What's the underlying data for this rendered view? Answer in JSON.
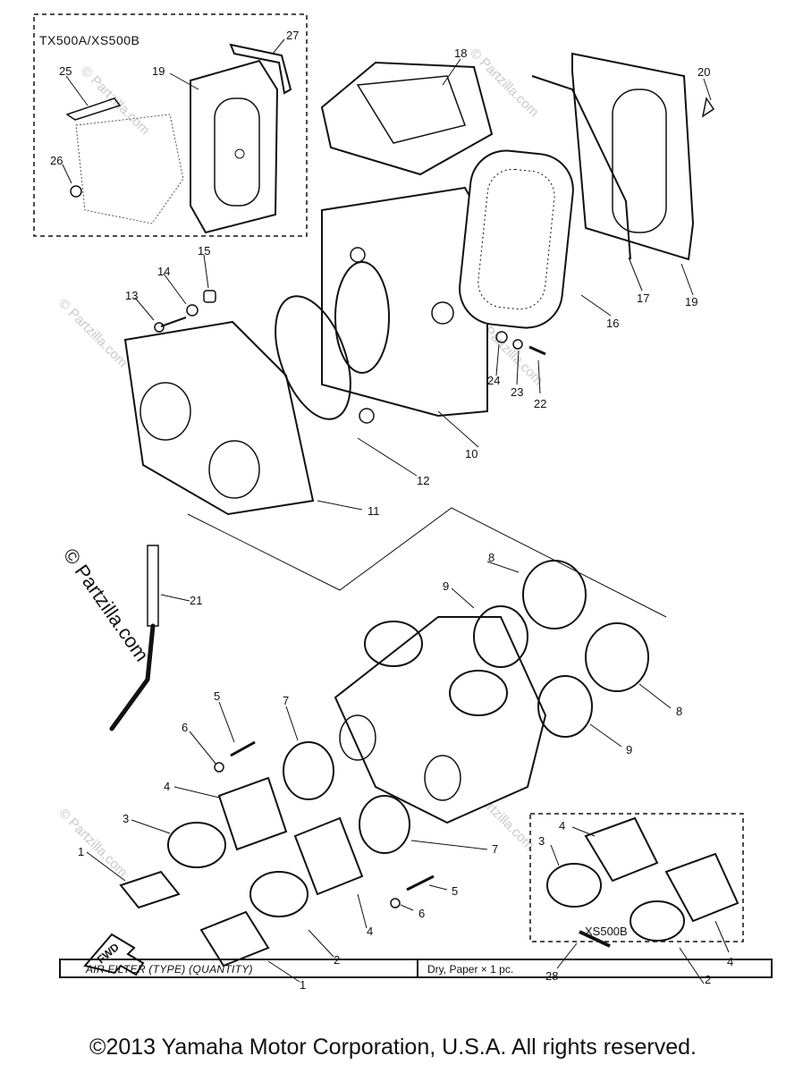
{
  "variant_box_top": "TX500A/XS500B",
  "variant_box_bottom": "XS500B",
  "fwd_label": "FWD",
  "watermark": "© Partzilla.com",
  "part_labels": {
    "p1a": "1",
    "p1b": "1",
    "p2a": "2",
    "p2b": "2",
    "p3a": "3",
    "p3b": "3",
    "p4a": "4",
    "p4b": "4",
    "p4c": "4",
    "p4d": "4",
    "p5a": "5",
    "p5b": "5",
    "p6a": "6",
    "p6b": "6",
    "p7a": "7",
    "p7b": "7",
    "p8a": "8",
    "p8b": "8",
    "p9a": "9",
    "p9b": "9",
    "p10": "10",
    "p11": "11",
    "p12": "12",
    "p13": "13",
    "p14": "14",
    "p15": "15",
    "p16": "16",
    "p17": "17",
    "p18": "18",
    "p19a": "19",
    "p19b": "19",
    "p20": "20",
    "p21": "21",
    "p22": "22",
    "p23": "23",
    "p24": "24",
    "p25": "25",
    "p26": "26",
    "p27": "27",
    "p28": "28"
  },
  "spec_table": {
    "label": "AIR FILTER (TYPE) (QUANTITY)",
    "value": "Dry, Paper × 1 pc."
  },
  "copyright": "©2013 Yamaha Motor Corporation, U.S.A. All rights reserved."
}
